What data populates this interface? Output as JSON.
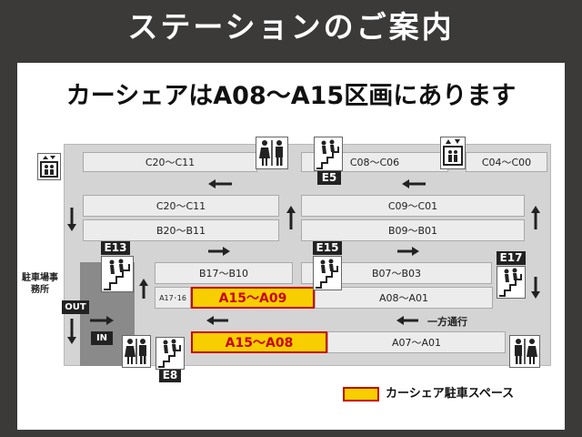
{
  "title": "ステーションのご案内",
  "headline": "カーシェアはA08〜A15区画にあります",
  "rows": {
    "top_left": "C20〜C11",
    "top_mid": "C08〜C06",
    "top_right": "C04〜C00",
    "r2_left": "C20〜C11",
    "r2_right": "C09〜C01",
    "r3_left": "B20〜B11",
    "r3_right": "B09〜B01",
    "r4_left": "B17〜B10",
    "r4_right": "B07〜B03",
    "r5_small": "A17･16",
    "r5_hl": "A15〜A09",
    "r5_right": "A08〜A01",
    "r6_hl": "A15〜A08",
    "r6_right": "A07〜A01"
  },
  "exits": {
    "e5": "E5",
    "e8": "E8",
    "e13": "E13",
    "e15": "E15",
    "e17": "E17"
  },
  "entrance": {
    "out": "OUT",
    "in": "IN",
    "office": "駐車場事務所"
  },
  "one_way": "一方通行",
  "legend": "カーシェア駐車スペース",
  "colors": {
    "carshare_fill": "#f7cf00",
    "carshare_border": "#c80000"
  },
  "icons": [
    "elevator-icon",
    "restroom-icon",
    "stairs-icon",
    "arrow-icon"
  ]
}
